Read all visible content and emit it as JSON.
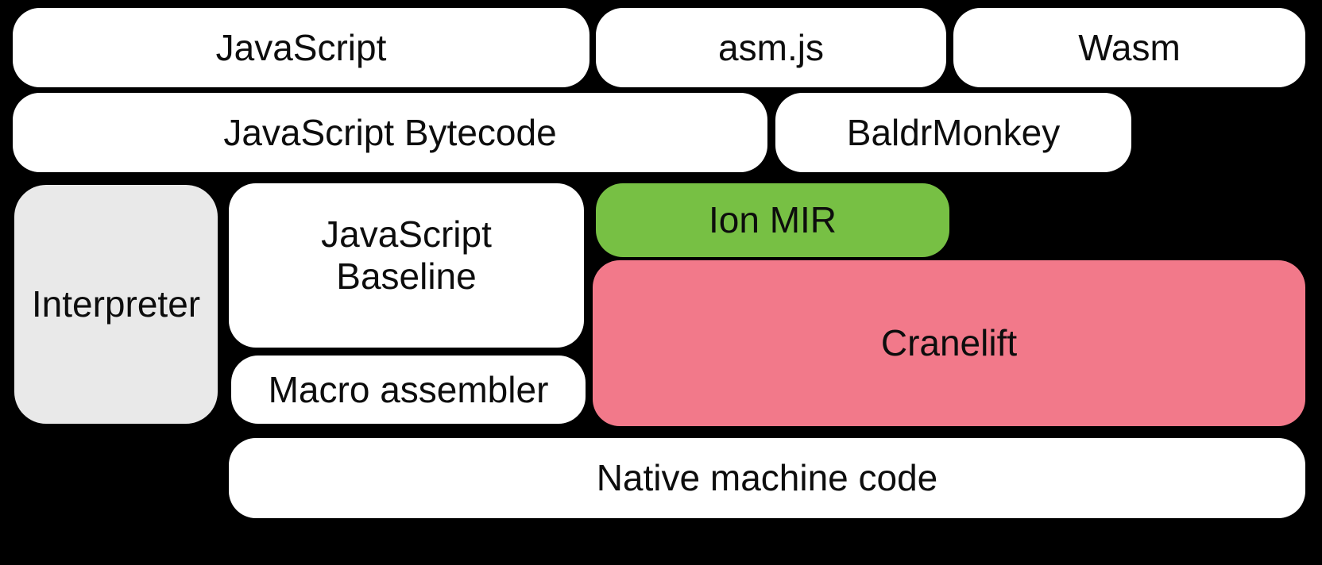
{
  "diagram": {
    "background": "#000000",
    "text_color": "#0d0d0d",
    "colors": {
      "white_node": "#ffffff",
      "gray_node": "#e9e9e9",
      "green_node": "#77c044",
      "pink_node": "#f2798a"
    },
    "nodes": [
      {
        "id": "javascript",
        "label": "JavaScript",
        "fill": "#ffffff"
      },
      {
        "id": "asmjs",
        "label": "asm.js",
        "fill": "#ffffff"
      },
      {
        "id": "wasm",
        "label": "Wasm",
        "fill": "#ffffff"
      },
      {
        "id": "javascript-bytecode",
        "label": "JavaScript Bytecode",
        "fill": "#ffffff"
      },
      {
        "id": "baldrmonkey",
        "label": "BaldrMonkey",
        "fill": "#ffffff"
      },
      {
        "id": "interpreter",
        "label": "Interpreter",
        "fill": "#e9e9e9"
      },
      {
        "id": "javascript-baseline",
        "label": "JavaScript\nBaseline",
        "fill": "#ffffff"
      },
      {
        "id": "ion-mir",
        "label": "Ion MIR",
        "fill": "#77c044"
      },
      {
        "id": "cranelift",
        "label": "Cranelift",
        "fill": "#f2798a"
      },
      {
        "id": "macro-assembler",
        "label": "Macro assembler",
        "fill": "#ffffff"
      },
      {
        "id": "native-machine-code",
        "label": "Native machine code",
        "fill": "#ffffff"
      }
    ]
  }
}
